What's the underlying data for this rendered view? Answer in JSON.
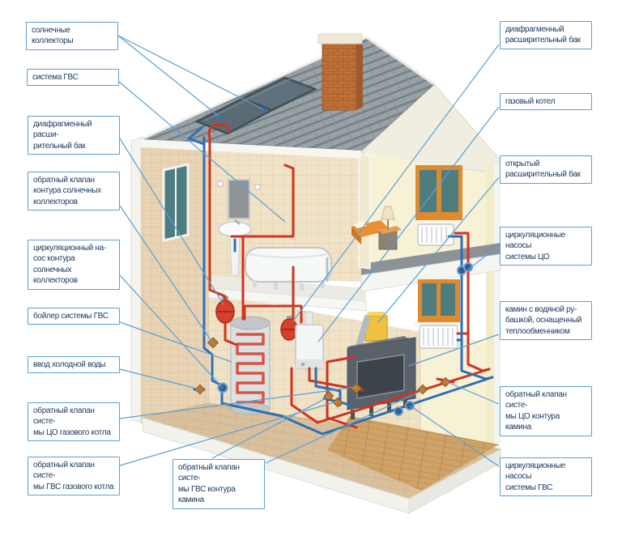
{
  "diagram": {
    "kind": "cutaway-house-heating-and-hot-water-scheme",
    "language": "ru",
    "colors": {
      "label_border": "#5b9fd4",
      "label_text": "#17375e",
      "leader_line": "#5b9fd4",
      "pipe_hot": "#cf3421",
      "pipe_cold": "#2f6fb3",
      "roof": "#99a2a6",
      "solar_panel": "#5a6b75",
      "chimney_brick": "#c0713a",
      "wall_cream": "#f7f2d6",
      "wall_tan_tile": "#e8d3b4",
      "expansion_vessel": "#d7402b",
      "open_tank_yellow": "#eec23f",
      "fireplace_body": "#59626a",
      "window_glass": "#4e7d80",
      "window_frame": "#e08a2e"
    }
  },
  "labels": [
    {
      "id": "solar-collectors",
      "side": "left",
      "text": "солнечные коллекторы"
    },
    {
      "id": "dhw-system",
      "side": "left",
      "text": "система ГВС"
    },
    {
      "id": "diaphragm-expansion-tank-left",
      "side": "left",
      "text": "диафрагменный расши-\nрительный бак"
    },
    {
      "id": "check-valve-solar-circuit",
      "side": "left",
      "text": "обратный клапан\nконтура солнечных\nколлекторов"
    },
    {
      "id": "circulation-pump-solar-circuit",
      "side": "left",
      "text": "циркуляционный на-\nсос контура солнечных\nколлекторов"
    },
    {
      "id": "dhw-boiler",
      "side": "left",
      "text": "бойлер системы ГВС"
    },
    {
      "id": "cold-water-inlet",
      "side": "left",
      "text": "ввод холодной воды"
    },
    {
      "id": "check-valve-ch-gas-boiler",
      "side": "left",
      "text": "обратный клапан систе-\nмы ЦО газового котла"
    },
    {
      "id": "check-valve-dhw-gas-boiler",
      "side": "left",
      "text": "обратный клапан систе-\nмы ГВС газового котла"
    },
    {
      "id": "check-valve-dhw-fireplace",
      "side": "bottom",
      "text": "обратный клапан систе-\nмы ГВС контура камина"
    },
    {
      "id": "diaphragm-expansion-tank-right",
      "side": "right",
      "text": "диафрагменный\nрасширительный бак"
    },
    {
      "id": "gas-boiler",
      "side": "right",
      "text": "газовый котел"
    },
    {
      "id": "open-expansion-tank",
      "side": "right",
      "text": "открытый\nрасширительный бак"
    },
    {
      "id": "circulation-pumps-ch",
      "side": "right",
      "text": "циркуляционные насосы\nсистемы ЦО"
    },
    {
      "id": "fireplace-water-jacket",
      "side": "right",
      "text": "камин с водяной ру-\nбашкой, оснащенный\nтеплообменником"
    },
    {
      "id": "check-valve-ch-fireplace",
      "side": "right",
      "text": "обратный клапан систе-\nмы ЦО контура камина"
    },
    {
      "id": "circulation-pumps-dhw",
      "side": "right",
      "text": "циркуляционные насосы\nсистемы ГВС"
    }
  ]
}
